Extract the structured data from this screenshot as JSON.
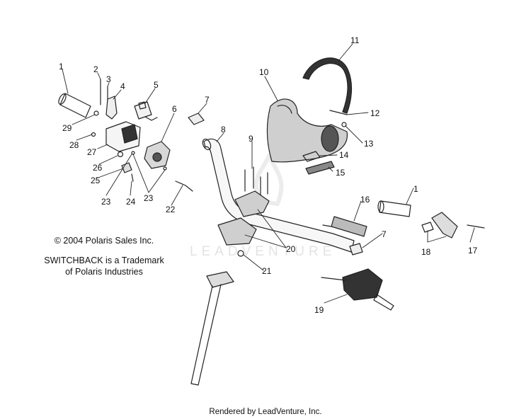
{
  "notes": {
    "copyright": "© 2004 Polaris Sales Inc.",
    "trademark_line1": "SWITCHBACK is a Trademark",
    "trademark_line2": "of Polaris Industries"
  },
  "footer": "Rendered by LeadVenture, Inc.",
  "watermark": "LEADVENTURE",
  "callouts": [
    {
      "id": "c1a",
      "label": "1"
    },
    {
      "id": "c2",
      "label": "2"
    },
    {
      "id": "c3",
      "label": "3"
    },
    {
      "id": "c4",
      "label": "4"
    },
    {
      "id": "c5",
      "label": "5"
    },
    {
      "id": "c6",
      "label": "6"
    },
    {
      "id": "c7a",
      "label": "7"
    },
    {
      "id": "c8",
      "label": "8"
    },
    {
      "id": "c9",
      "label": "9"
    },
    {
      "id": "c10",
      "label": "10"
    },
    {
      "id": "c11",
      "label": "11"
    },
    {
      "id": "c12",
      "label": "12"
    },
    {
      "id": "c13",
      "label": "13"
    },
    {
      "id": "c14",
      "label": "14"
    },
    {
      "id": "c15",
      "label": "15"
    },
    {
      "id": "c16",
      "label": "16"
    },
    {
      "id": "c1b",
      "label": "1"
    },
    {
      "id": "c7b",
      "label": "7"
    },
    {
      "id": "c17",
      "label": "17"
    },
    {
      "id": "c18",
      "label": "18"
    },
    {
      "id": "c19",
      "label": "19"
    },
    {
      "id": "c20",
      "label": "20"
    },
    {
      "id": "c21",
      "label": "21"
    },
    {
      "id": "c22",
      "label": "22"
    },
    {
      "id": "c23a",
      "label": "23"
    },
    {
      "id": "c23b",
      "label": "23"
    },
    {
      "id": "c24",
      "label": "24"
    },
    {
      "id": "c25",
      "label": "25"
    },
    {
      "id": "c26",
      "label": "26"
    },
    {
      "id": "c27",
      "label": "27"
    },
    {
      "id": "c28",
      "label": "28"
    },
    {
      "id": "c29",
      "label": "29"
    }
  ]
}
